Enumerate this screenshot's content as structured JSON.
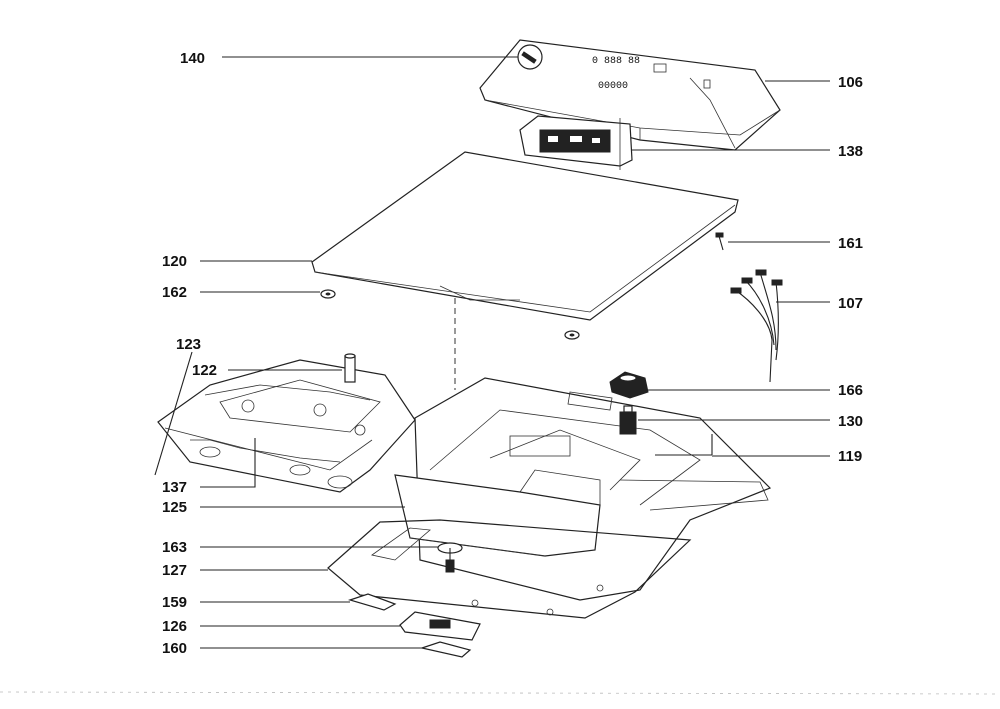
{
  "labels": {
    "p140": "140",
    "p106": "106",
    "p138": "138",
    "p161": "161",
    "p120": "120",
    "p162": "162",
    "p107": "107",
    "p123": "123",
    "p122": "122",
    "p166": "166",
    "p130": "130",
    "p119": "119",
    "p137": "137",
    "p125": "125",
    "p163": "163",
    "p127": "127",
    "p159": "159",
    "p126": "126",
    "p160": "160"
  },
  "display": {
    "digits_top": "0 888 88",
    "digits_bottom": "00000"
  }
}
